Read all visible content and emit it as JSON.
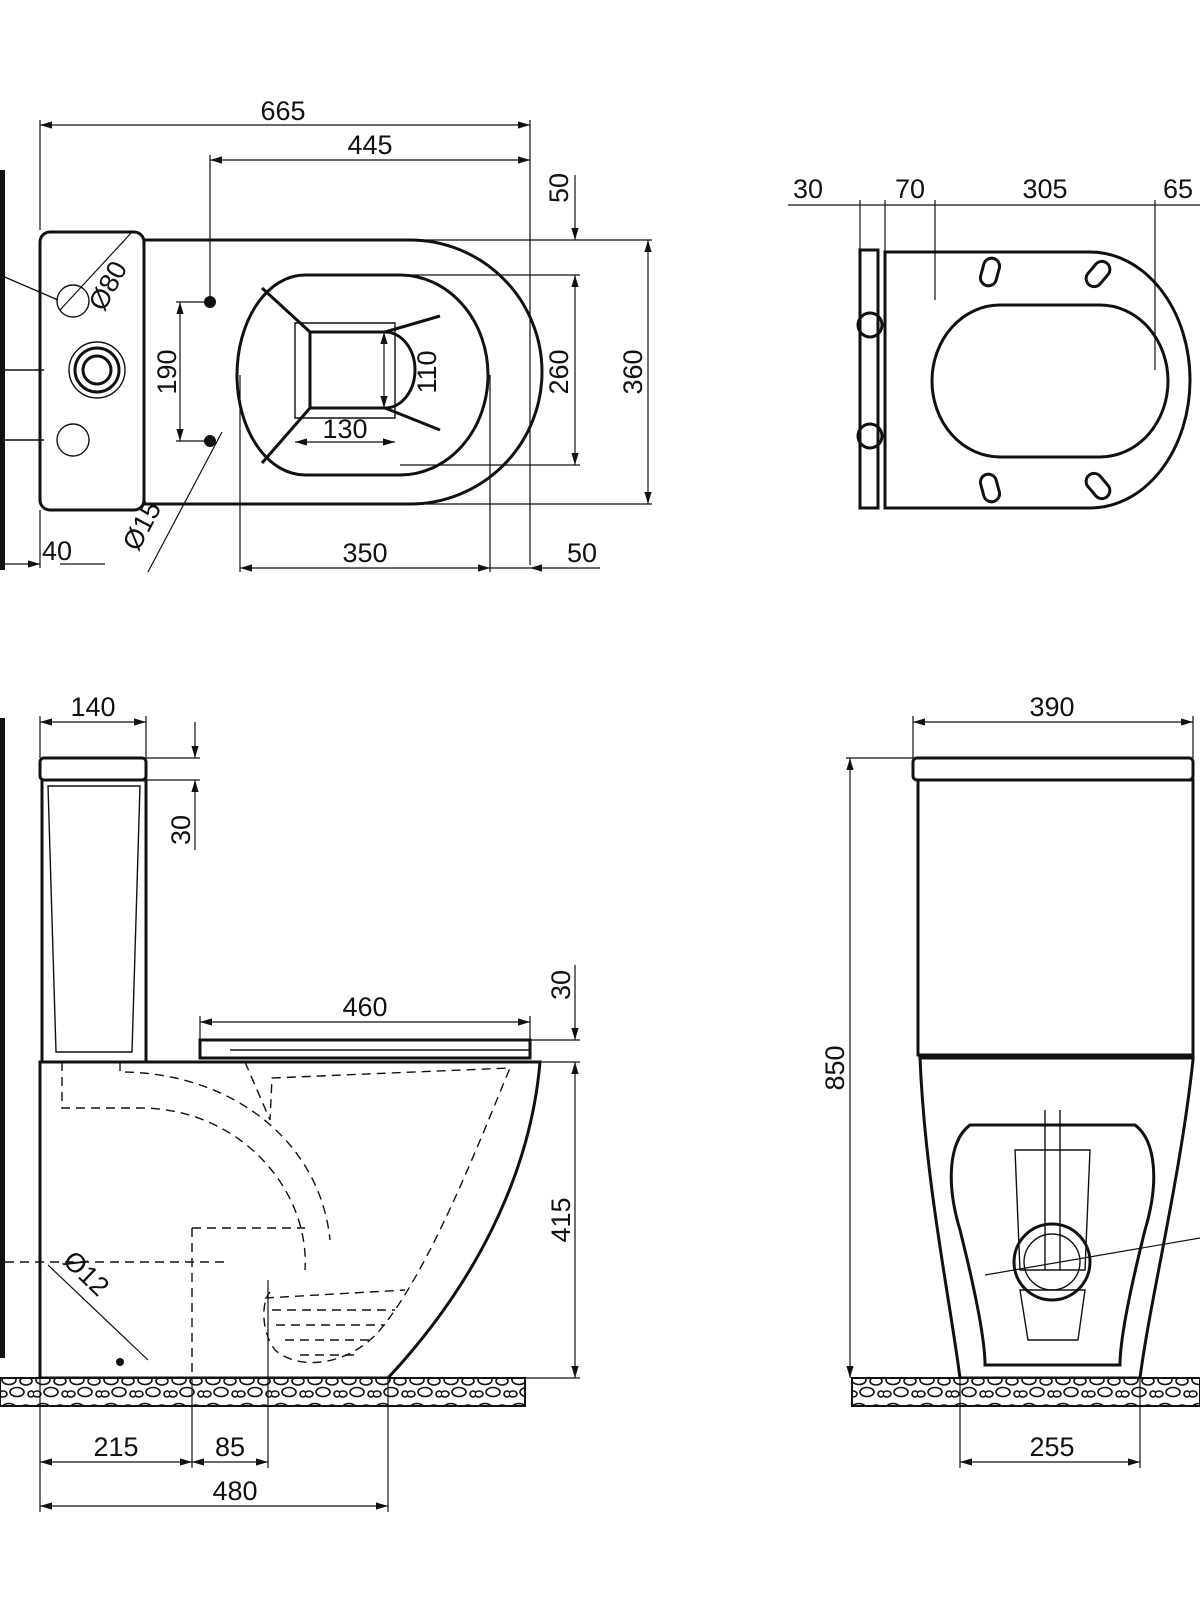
{
  "top_view": {
    "dim_overall_length": "665",
    "dim_bowl_to_back": "445",
    "dim_top_offset": "50",
    "dim_bolt_spacing": "190",
    "dim_outlet_depth": "110",
    "dim_outlet_width": "130",
    "dim_inner_width": "260",
    "dim_overall_width": "360",
    "dim_tank_hole": "Ø80",
    "dim_bolt_hole": "Ø15",
    "dim_edge_40": "40",
    "dim_bowl_length": "350",
    "dim_rim_50": "50"
  },
  "seat_view": {
    "dim_30": "30",
    "dim_70": "70",
    "dim_305": "305",
    "dim_65": "65"
  },
  "side_view": {
    "dim_tank_depth": "140",
    "dim_lid_30": "30",
    "dim_seat_length": "460",
    "dim_seat_30": "30",
    "dim_bowl_height": "415",
    "dim_fix_hole": "Ø12",
    "dim_215": "215",
    "dim_85": "85",
    "dim_480": "480"
  },
  "front_view": {
    "dim_width": "390",
    "dim_height": "850",
    "dim_base": "255"
  },
  "colors": {
    "line": "#111111",
    "background": "#ffffff"
  }
}
